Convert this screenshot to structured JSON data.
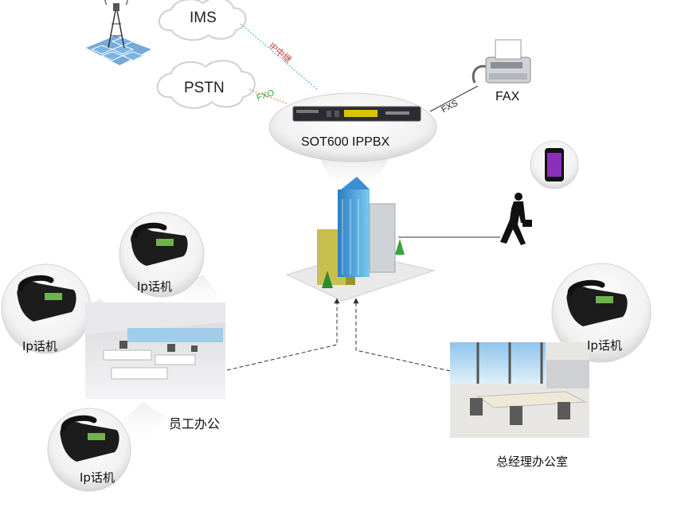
{
  "clouds": {
    "ims": "IMS",
    "pstn": "PSTN"
  },
  "links": {
    "ip_trunk": "IP中继",
    "fxo": "FXO",
    "fxs": "FXS"
  },
  "pbx": {
    "label": "SOT600 IPPBX"
  },
  "fax": {
    "label": "FAX"
  },
  "phones": {
    "phone_top": "Ip话机",
    "phone_left": "Ip话机",
    "phone_bottom": "Ip话机",
    "phone_right": "Ip话机"
  },
  "offices": {
    "staff": "员工办公",
    "manager": "总经理办公室"
  },
  "colors": {
    "ip_trunk_line": "#3aa8d8",
    "fxo_line": "#e07a1a",
    "ip_trunk_text": "#c0392b",
    "fxo_text": "#2e9e3a"
  }
}
